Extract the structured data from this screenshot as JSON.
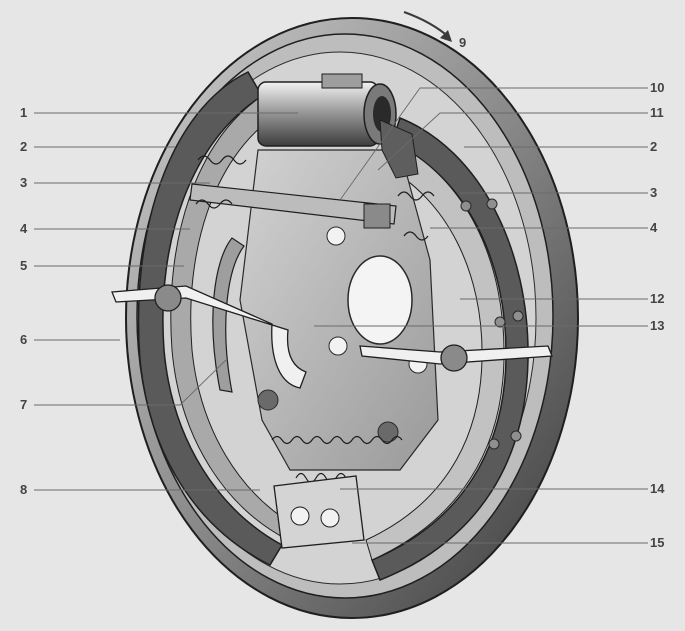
{
  "callouts": {
    "c1": "1",
    "c2_left": "2",
    "c3_left": "3",
    "c4_left": "4",
    "c5": "5",
    "c6": "6",
    "c7": "7",
    "c8": "8",
    "c9": "9",
    "c10": "10",
    "c11": "11",
    "c2_right": "2",
    "c3_right": "3",
    "c4_right": "4",
    "c12": "12",
    "c13": "13",
    "c14": "14",
    "c15": "15"
  },
  "colors": {
    "background": "#e6e6e6",
    "drum_dark": "#3f3f3f",
    "plate": "#b9b9b9",
    "lining": "#9a9a9a",
    "outline": "#1f1f1f",
    "leader": "#6a6a6a",
    "label": "#444444"
  }
}
